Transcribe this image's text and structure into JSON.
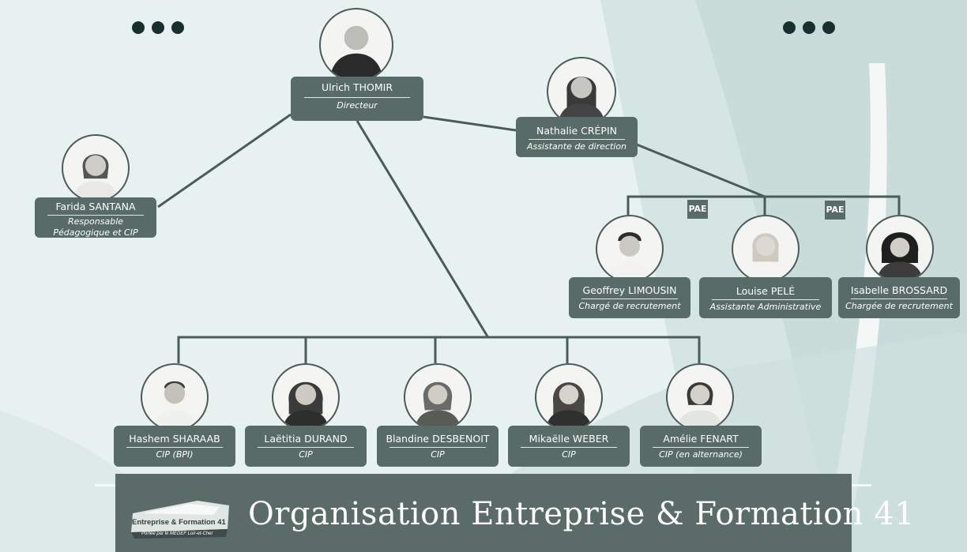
{
  "org": {
    "director": {
      "name": "Ulrich THOMIR",
      "role": "Directeur"
    },
    "assistant": {
      "name": "Nathalie CRÉPIN",
      "role": "Assistante de direction"
    },
    "pedago": {
      "name": "Farida SANTANA",
      "role_line1": "Responsable",
      "role_line2": "Pédagogique et CIP"
    },
    "pae": [
      {
        "name": "Geoffrey LIMOUSIN",
        "role": "Chargé de recrutement"
      },
      {
        "name": "Louise PELÉ",
        "role": "Assistante Administrative"
      },
      {
        "name": "Isabelle BROSSARD",
        "role": "Chargée de recrutement"
      }
    ],
    "pae_label": "PAE",
    "cip": [
      {
        "name": "Hashem SHARAAB",
        "role": "CIP (BPI)"
      },
      {
        "name": "Laëtitia DURAND",
        "role": "CIP"
      },
      {
        "name": "Blandine DESBENOIT",
        "role": "CIP"
      },
      {
        "name": "Mikaëlle WEBER",
        "role": "CIP"
      },
      {
        "name": "Amélie FENART",
        "role": "CIP (en alternance)"
      }
    ]
  },
  "footer": {
    "title": "Organisation Entreprise & Formation 41",
    "logo_text": "Entreprise & Formation 41",
    "logo_subtext": "Portée par le MEDEF Loir-et-Cher"
  },
  "colors": {
    "card": "#586b66",
    "dots": "#17302d",
    "lines": "#4a5c58",
    "background": "#e6f0ef"
  }
}
